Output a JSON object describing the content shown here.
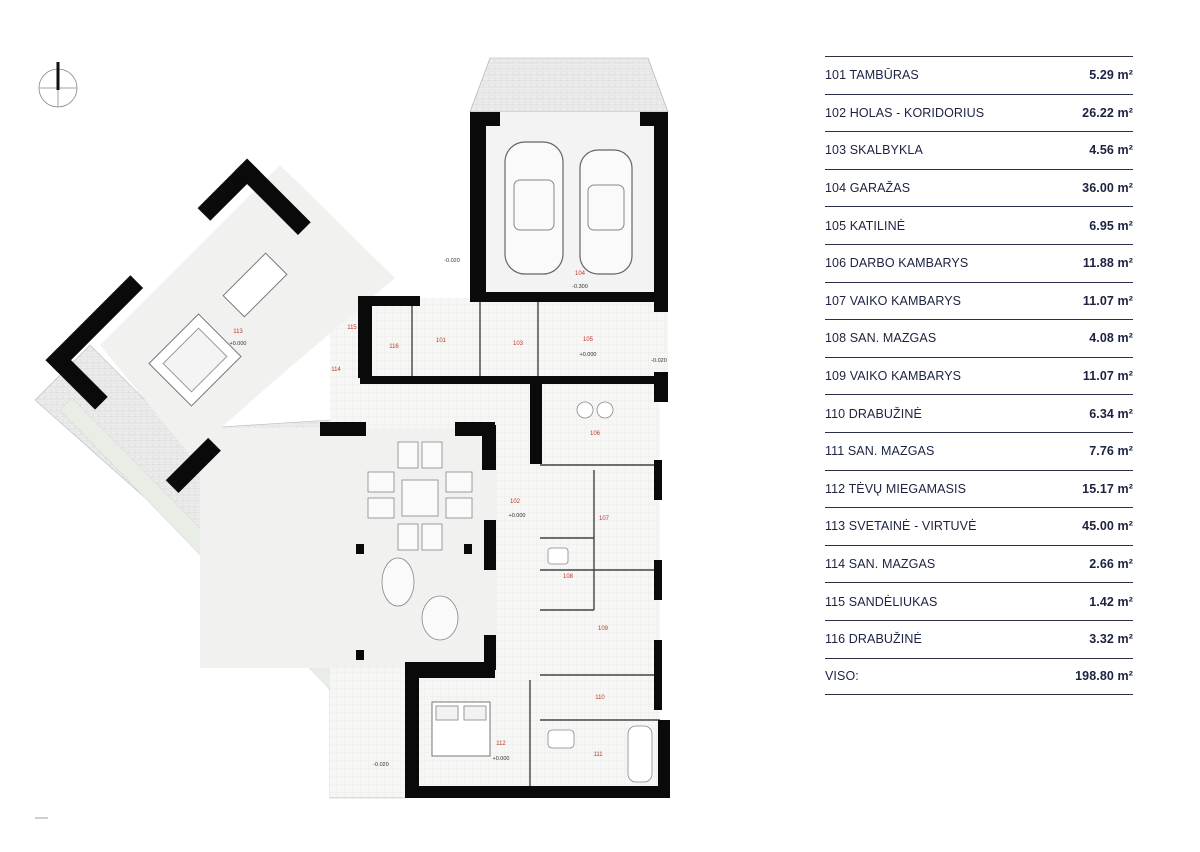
{
  "rooms": [
    {
      "name": "101 TAMBŪRAS",
      "area": "5.29",
      "unit": "m²"
    },
    {
      "name": "102 HOLAS - KORIDORIUS",
      "area": "26.22",
      "unit": "m²"
    },
    {
      "name": "103 SKALBYKLA",
      "area": "4.56",
      "unit": "m²"
    },
    {
      "name": "104 GARAŽAS",
      "area": "36.00",
      "unit": "m²"
    },
    {
      "name": "105 KATILINĖ",
      "area": "6.95",
      "unit": "m²"
    },
    {
      "name": "106 DARBO  KAMBARYS",
      "area": "11.88",
      "unit": "m²"
    },
    {
      "name": "107 VAIKO KAMBARYS",
      "area": "11.07",
      "unit": "m²"
    },
    {
      "name": "108 SAN. MAZGAS",
      "area": "4.08",
      "unit": "m²"
    },
    {
      "name": "109 VAIKO KAMBARYS",
      "area": "11.07",
      "unit": "m²"
    },
    {
      "name": "110 DRABUŽINĖ",
      "area": "6.34",
      "unit": "m²"
    },
    {
      "name": "111 SAN. MAZGAS",
      "area": "7.76",
      "unit": "m²"
    },
    {
      "name": "112 TĖVŲ MIEGAMASIS",
      "area": "15.17",
      "unit": "m²"
    },
    {
      "name": "113 SVETAINĖ - VIRTUVĖ",
      "area": "45.00",
      "unit": "m²"
    },
    {
      "name": "114 SAN. MAZGAS",
      "area": "2.66",
      "unit": "m²"
    },
    {
      "name": "115 SANDĖLIUKAS",
      "area": "1.42",
      "unit": "m²"
    },
    {
      "name": "116 DRABUŽINĖ",
      "area": "3.32",
      "unit": "m²"
    }
  ],
  "total": {
    "name": "VISO:",
    "area": "198.80",
    "unit": "m²"
  },
  "plan_labels": {
    "r101": "101",
    "r102": "102",
    "r103": "103",
    "r104": "104",
    "r105": "105",
    "r106": "106",
    "r107": "107",
    "r108": "108",
    "r109": "109",
    "r110": "110",
    "r111": "111",
    "r112": "112",
    "r113": "113",
    "r114": "114",
    "r115": "115",
    "r116": "116",
    "lvl_0": "+0.000",
    "lvl_garage": "-0.300",
    "lvl_out": "-0.020"
  },
  "colors": {
    "wall": "#0a0a0a",
    "paving": "#e9e9e9",
    "floor": "#f4f4f2",
    "text": "#1c2240",
    "red": "#c0392b"
  }
}
